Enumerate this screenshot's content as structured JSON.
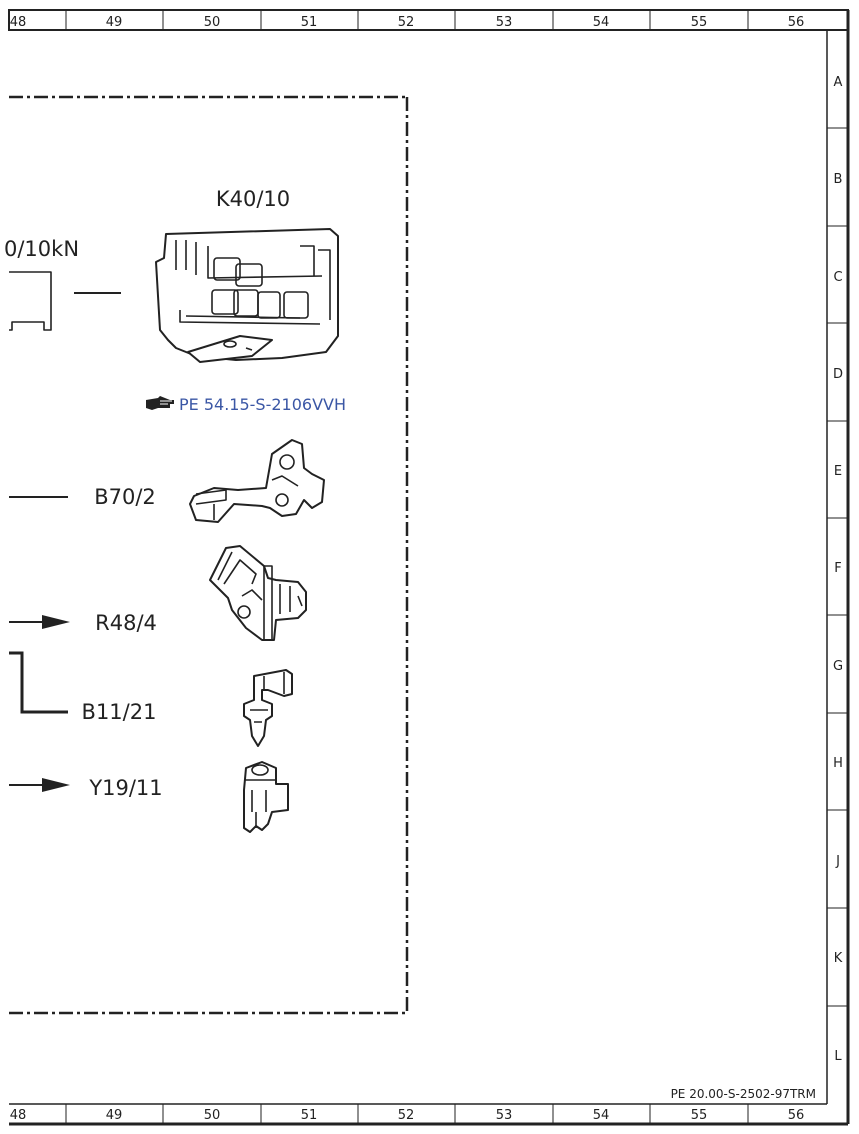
{
  "grid": {
    "columns": [
      "48",
      "49",
      "50",
      "51",
      "52",
      "53",
      "54",
      "55",
      "56"
    ],
    "rows": [
      "A",
      "B",
      "C",
      "D",
      "E",
      "F",
      "G",
      "H",
      "J",
      "K",
      "L"
    ]
  },
  "components": {
    "k40_10": "K40/10",
    "partial_label": "0/10kN",
    "b70_2": "B70/2",
    "r48_4": "R48/4",
    "b11_21": "B11/21",
    "y19_11": "Y19/11"
  },
  "reference": {
    "label": "PE 54.15-S-2106VVH",
    "icon": "pointing-hand-icon",
    "color": "#3b57a5"
  },
  "document_id": "PE 20.00-S-2502-97TRM"
}
